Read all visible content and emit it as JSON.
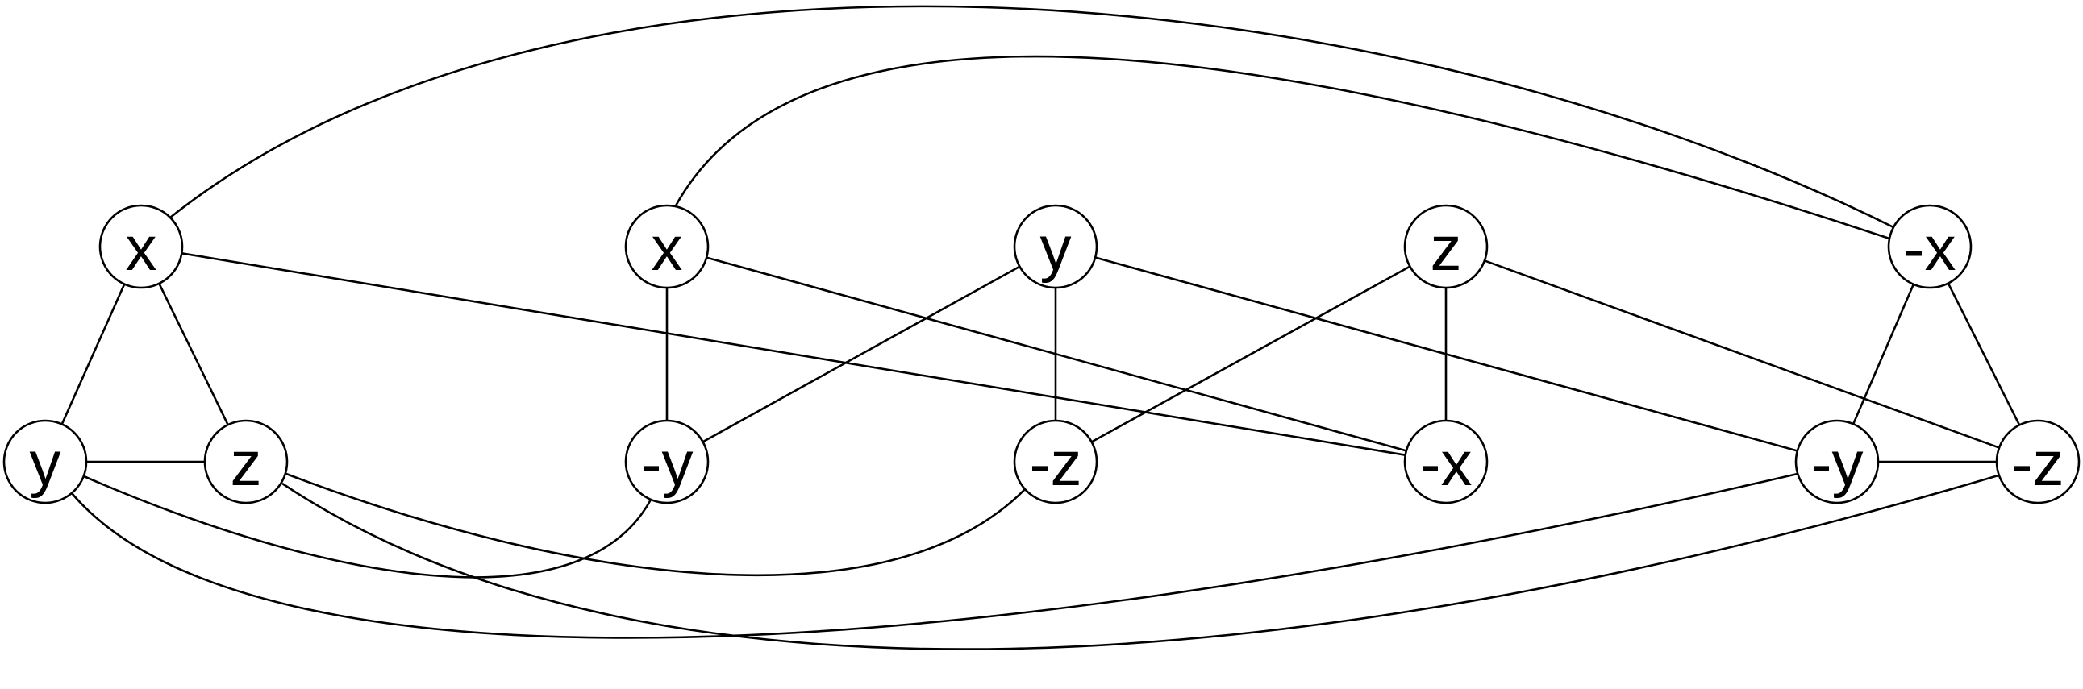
{
  "diagram": {
    "nodes": [
      {
        "id": "n1",
        "label": "x"
      },
      {
        "id": "n2",
        "label": "y"
      },
      {
        "id": "n3",
        "label": "z"
      },
      {
        "id": "n4",
        "label": "x"
      },
      {
        "id": "n5",
        "label": "-y"
      },
      {
        "id": "n6",
        "label": "y"
      },
      {
        "id": "n7",
        "label": "-z"
      },
      {
        "id": "n8",
        "label": "z"
      },
      {
        "id": "n9",
        "label": "-x"
      },
      {
        "id": "n10",
        "label": "-x"
      },
      {
        "id": "n11",
        "label": "-y"
      },
      {
        "id": "n12",
        "label": "-z"
      }
    ],
    "edges": [
      {
        "from": "n1",
        "to": "n2"
      },
      {
        "from": "n1",
        "to": "n3"
      },
      {
        "from": "n2",
        "to": "n3"
      },
      {
        "from": "n4",
        "to": "n5"
      },
      {
        "from": "n6",
        "to": "n7"
      },
      {
        "from": "n8",
        "to": "n9"
      },
      {
        "from": "n10",
        "to": "n11"
      },
      {
        "from": "n10",
        "to": "n12"
      },
      {
        "from": "n11",
        "to": "n12"
      },
      {
        "from": "n1",
        "to": "n9"
      },
      {
        "from": "n4",
        "to": "n9"
      },
      {
        "from": "n6",
        "to": "n5"
      },
      {
        "from": "n6",
        "to": "n11"
      },
      {
        "from": "n8",
        "to": "n7"
      },
      {
        "from": "n8",
        "to": "n12"
      },
      {
        "from": "n1",
        "to": "n10"
      },
      {
        "from": "n4",
        "to": "n10"
      },
      {
        "from": "n2",
        "to": "n5"
      },
      {
        "from": "n3",
        "to": "n7"
      },
      {
        "from": "n2",
        "to": "n11"
      },
      {
        "from": "n3",
        "to": "n12"
      }
    ]
  }
}
